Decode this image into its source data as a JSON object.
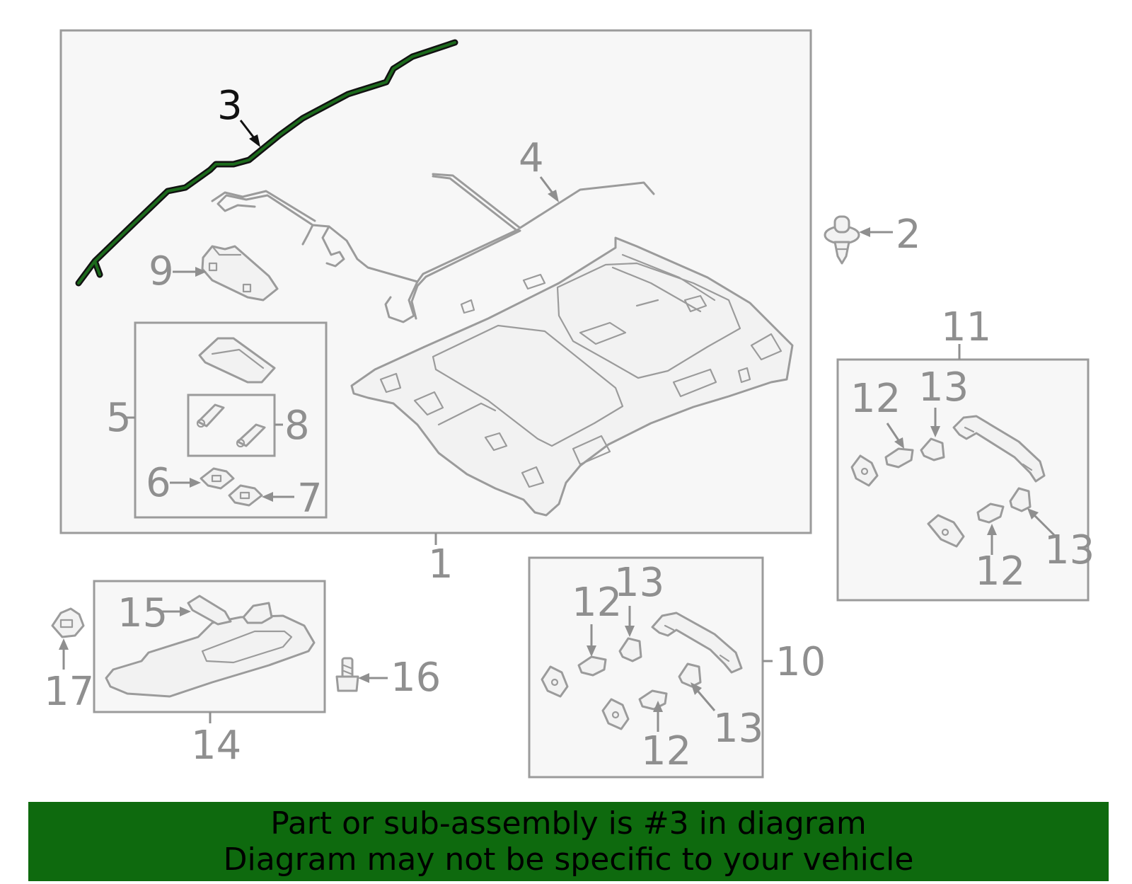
{
  "callouts": {
    "c1": "1",
    "c2": "2",
    "c3": "3",
    "c4": "4",
    "c5": "5",
    "c6": "6",
    "c7": "7",
    "c8": "8",
    "c9": "9",
    "c10": "10",
    "c11": "11",
    "c12a": "12",
    "c12b": "12",
    "c12c": "12",
    "c12d": "12",
    "c13a": "13",
    "c13b": "13",
    "c13c": "13",
    "c13d": "13",
    "c14": "14",
    "c15": "15",
    "c16": "16",
    "c17": "17"
  },
  "highlighted_part": "3",
  "banner": {
    "line1": "Part or sub-assembly is #3 in diagram",
    "line2": "Diagram may not be specific to your vehicle"
  },
  "colors": {
    "banner_background": "#0e6a0e",
    "highlight_stroke": "#1c6a1c",
    "line_art": "#9b9b9b",
    "callout_text": "#8f8f8f",
    "highlight_callout_text": "#111111"
  }
}
